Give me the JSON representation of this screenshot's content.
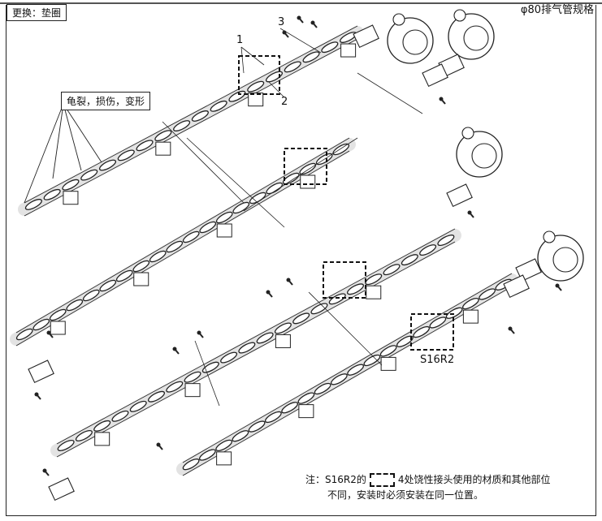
{
  "header": {
    "title": "更换：垫圈",
    "spec": "φ80排气管规格"
  },
  "callouts": {
    "damage": "龟裂，损伤，变形",
    "n1": "1",
    "n2": "2",
    "n3": "3"
  },
  "model_label": "S16R2",
  "note": {
    "prefix": "注：S16R2的",
    "suffix": "4处饶性接头使用的材质和其他部位",
    "line2": "不同，安装时必须安装在同一位置。"
  },
  "colors": {
    "line": "#222222",
    "background": "#ffffff"
  }
}
